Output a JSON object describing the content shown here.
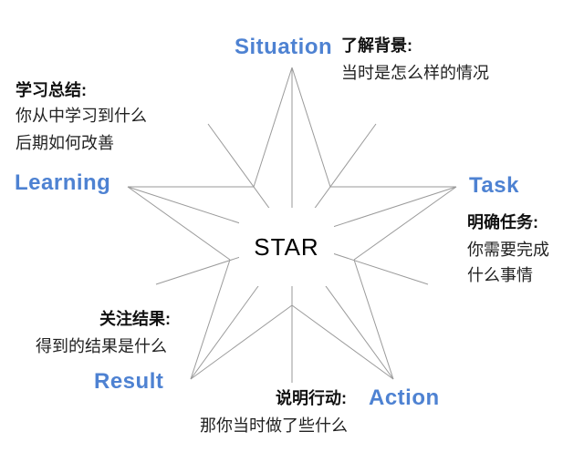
{
  "diagram": {
    "center_label": "STAR",
    "points": [
      {
        "key": "situation",
        "label": "Situation",
        "heading": "了解背景:",
        "lines": [
          "当时是怎么样的情况"
        ]
      },
      {
        "key": "task",
        "label": "Task",
        "heading": "明确任务:",
        "lines": [
          "你需要完成",
          "什么事情"
        ]
      },
      {
        "key": "action",
        "label": "Action",
        "heading": "说明行动:",
        "lines": [
          "那你当时做了些什么"
        ]
      },
      {
        "key": "result",
        "label": "Result",
        "heading": "关注结果:",
        "lines": [
          "得到的结果是什么"
        ]
      },
      {
        "key": "learning",
        "label": "Learning",
        "heading": "学习总结:",
        "lines": [
          "你从中学习到什么",
          "后期如何改善"
        ]
      }
    ],
    "colors": {
      "accent_blue": "#4e82d2",
      "line_gray": "#9a9a9a",
      "text_black": "#1b1b1b"
    }
  }
}
